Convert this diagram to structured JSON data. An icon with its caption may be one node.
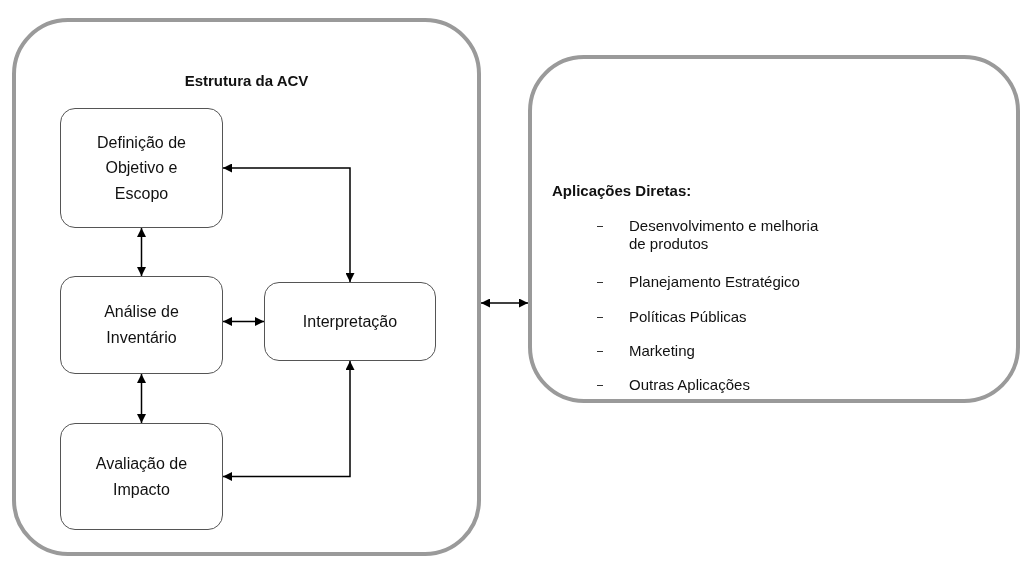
{
  "diagram": {
    "nodes": [
      {
        "text": [
          "Estrutura da ACV"
        ]
      },
      {
        "text": [
          "Definição de Objetivo e Escopo"
        ],
        "in": 0
      },
      {
        "text": [
          "Análise de Inventário"
        ],
        "in": 0
      },
      {
        "text": [
          "Avaliação de Impacto"
        ],
        "in": 0
      },
      {
        "text": [
          "Interpretação"
        ],
        "in": 0
      },
      {
        "text": [
          "Aplicações Diretas:",
          "Desenvolvimento e melhoria de produtos",
          "Planejamento Estratégico",
          "Políticas Públicas",
          "Marketing",
          "Outras Aplicações"
        ]
      }
    ],
    "edges": [
      {
        "from": 1,
        "to": 2,
        "arrow": "both"
      },
      {
        "from": 2,
        "to": 3,
        "arrow": "both"
      },
      {
        "from": 2,
        "to": 4,
        "arrow": "both"
      },
      {
        "from": 1,
        "to": 4,
        "arrow": "both"
      },
      {
        "from": 3,
        "to": 4,
        "arrow": "both"
      },
      {
        "from": 0,
        "to": 5,
        "arrow": "both"
      }
    ]
  }
}
